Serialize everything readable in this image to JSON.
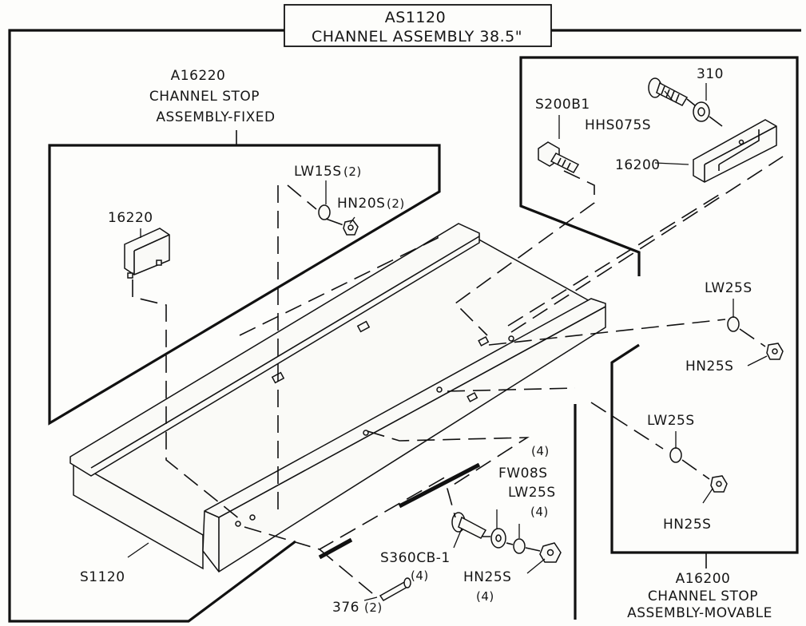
{
  "main_assembly": {
    "part_number": "AS1120",
    "name": "CHANNEL ASSEMBLY 38.5\""
  },
  "fixed_stop_assembly": {
    "part_number": "A16220",
    "name_line1": "CHANNEL STOP",
    "name_line2": "ASSEMBLY-FIXED"
  },
  "movable_stop_assembly": {
    "part_number": "A16200",
    "name_line1": "CHANNEL STOP",
    "name_line2": "ASSEMBLY-MOVABLE"
  },
  "callouts": {
    "fixed_stop": "16220",
    "lock_washer_fixed": "LW15S",
    "lock_washer_fixed_qty": "(2)",
    "hex_nut_fixed": "HN20S",
    "hex_nut_fixed_qty": "(2)",
    "bolt_movable": "S200B1",
    "hex_screw": "HHS075S",
    "washer_310": "310",
    "movable_stop": "16200",
    "lw_upper": "LW25S",
    "hn_upper": "HN25S",
    "lw_lower": "LW25S",
    "hn_lower": "HN25S",
    "qty_4_right": "(4)",
    "flat_washer": "FW08S",
    "lw_center": "LW25S",
    "lw_center_qty": "(4)",
    "carriage_bolt": "S360CB-1",
    "carriage_bolt_qty": "(4)",
    "hn_center": "HN25S",
    "hn_center_qty": "(4)",
    "channel": "S1120",
    "pin": "376",
    "pin_qty": "(2)"
  }
}
